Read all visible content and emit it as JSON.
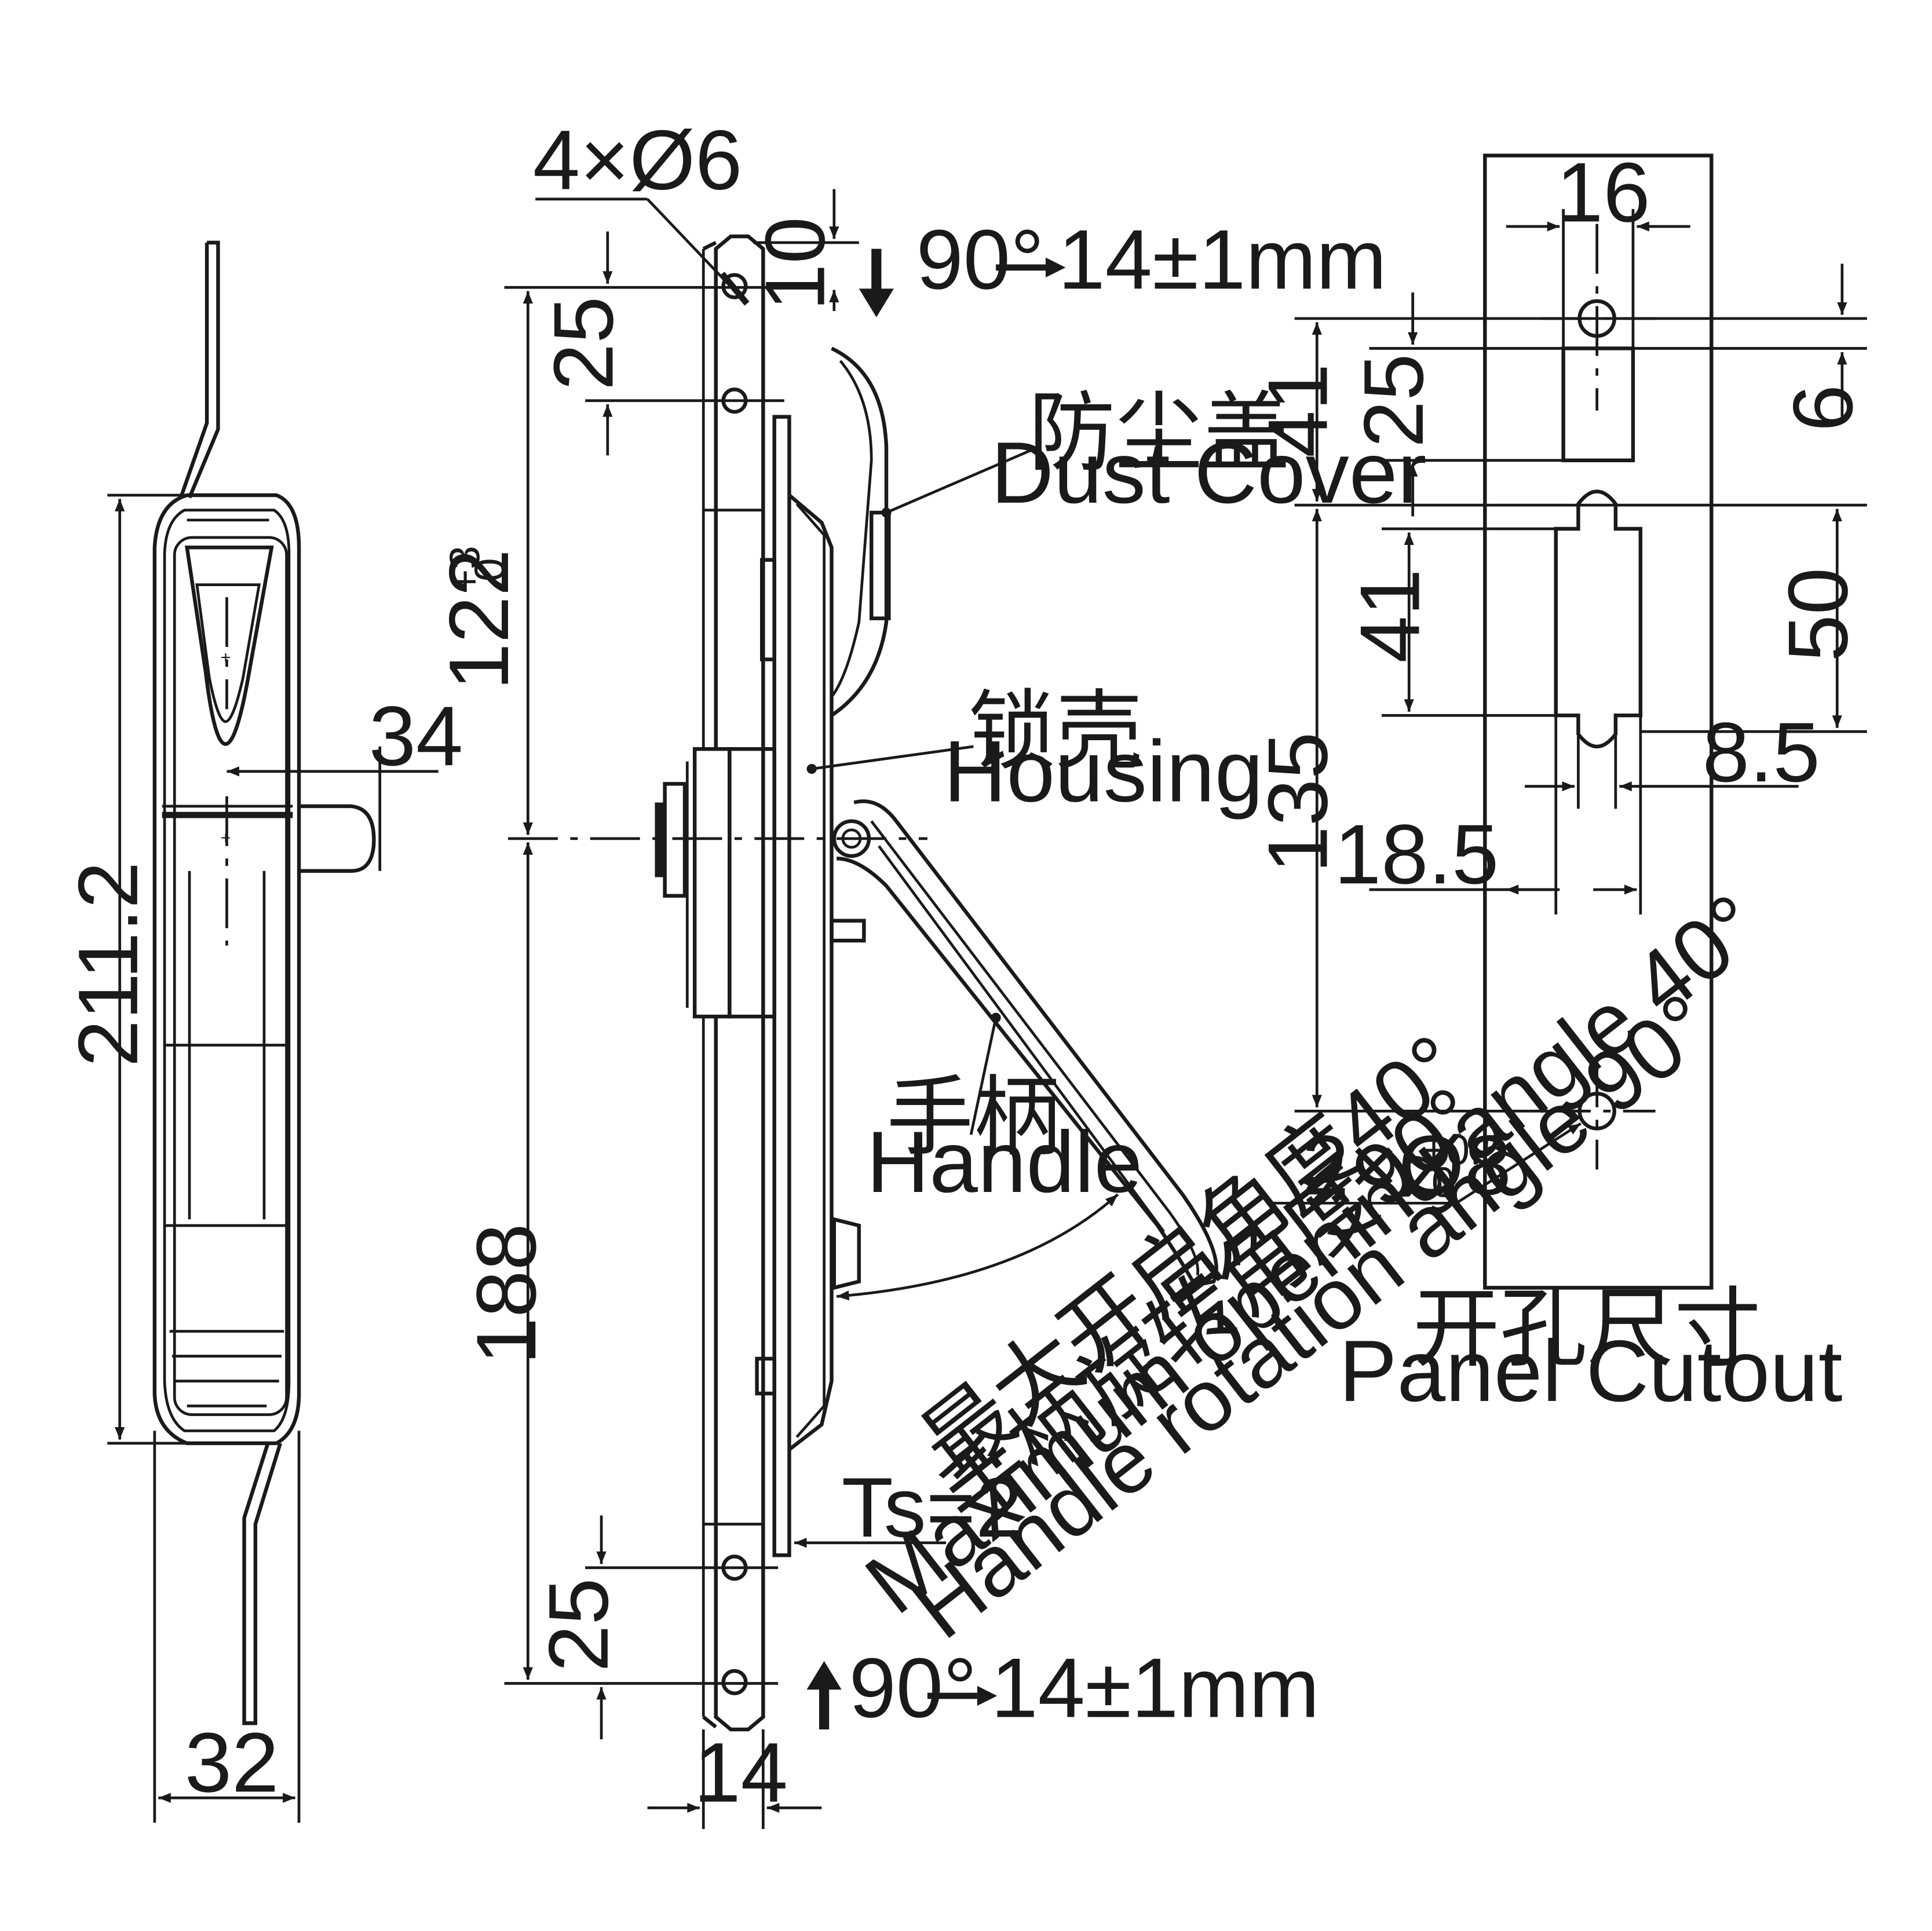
{
  "dimensions": {
    "front_height": "211.2",
    "front_width": "32",
    "front_offset": "34",
    "holes_spec": "4×Ø6",
    "top_offset": "10",
    "top_hole_pitch": "25",
    "upper_length": "122",
    "upper_tol_plus": "+3",
    "upper_tol_minus": "0",
    "lower_length": "188",
    "bottom_hole_pitch": "25",
    "thickness": "14",
    "stroke_top_angle": "90°",
    "stroke_top_travel": "14±1mm",
    "stroke_bottom_angle": "90°",
    "stroke_bottom_travel": "14±1mm",
    "ts_spec": "Ts=2",
    "cut_width_top": "16",
    "cut_41a": "41",
    "cut_25": "25",
    "cut_6": "6",
    "cut_41b": "41",
    "cut_50": "50",
    "cut_135": "135",
    "cut_85": "8.5",
    "cut_185": "18.5",
    "cut_holes": "2×Ø8",
    "cut_holes_tol_plus": "+0.5",
    "cut_holes_tol_minus": "0"
  },
  "labels": {
    "dust_cover_cn": "防尘盖",
    "dust_cover_en": "Dust Cover",
    "housing_cn": "锁壳",
    "housing_en": "Housing",
    "handle_cn": "手柄",
    "handle_en": "Handle",
    "panel_cutout_cn": "开孔尺寸",
    "panel_cutout_en": "Panel Cutout"
  },
  "notes": {
    "max_opening_cn": "最大开启角度40°",
    "rotation_cn": "手柄旋转角度90°",
    "max_opening_en": "Maximum opening angle 40°",
    "rotation_en": "Handle rotation angle 90°"
  }
}
